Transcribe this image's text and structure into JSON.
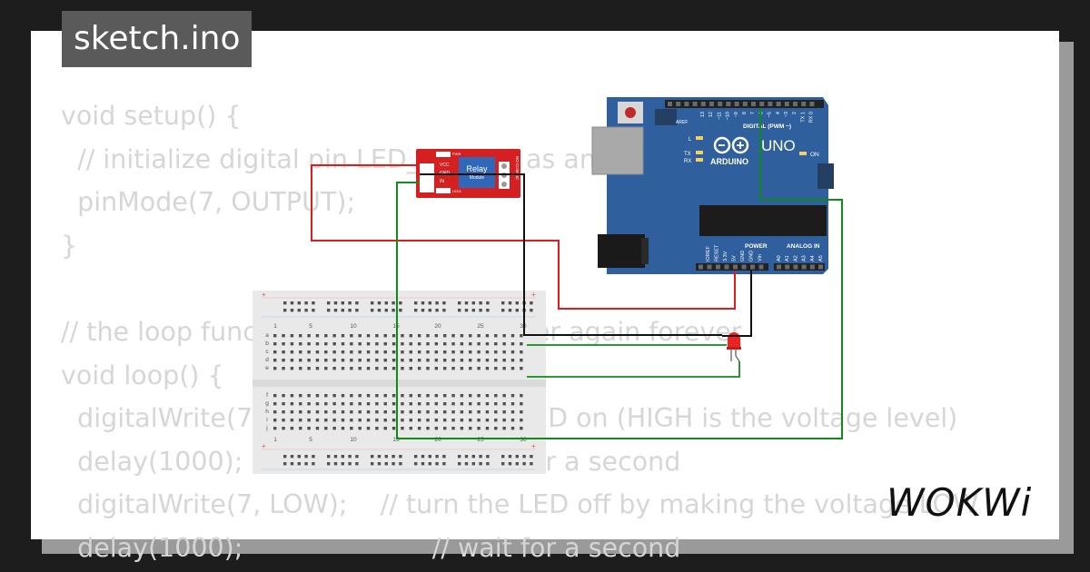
{
  "title": "sketch.ino",
  "code_lines": [
    "void setup() {",
    "  // initialize digital pin LED_BUILTIN as an output.",
    "  pinMode(7, OUTPUT);",
    "}",
    "",
    "// the loop function runs over and over again forever",
    "void loop() {",
    "  digitalWrite(7, HIGH);   // turn the LED on (HIGH is the voltage level)",
    "  delay(1000);                       // wait for a second",
    "  digitalWrite(7, LOW);    // turn the LED off by making the voltage LOW",
    "  delay(1000);                       // wait for a second"
  ],
  "relay": {
    "label1": "Relay",
    "label2": "Module",
    "pin_vcc": "VCC",
    "pin_gnd": "GND",
    "pin_in": "IN",
    "led_pwr": "PWR",
    "led_lo": "LED1",
    "contacts": "NO COM NC"
  },
  "arduino": {
    "brand": "ARDUINO",
    "model": "UNO",
    "digital": "DIGITAL (PWM ~)",
    "power": "POWER",
    "analog": "ANALOG IN",
    "on": "ON",
    "aref": "AREF",
    "gnd": "GND",
    "l": "L",
    "tx": "TX",
    "rx": "RX",
    "digital_pins": [
      "13",
      "12",
      "~11",
      "~10",
      "~9",
      "8",
      "7",
      "~6",
      "~5",
      "4",
      "~3",
      "2",
      "TX 1",
      "RX 0"
    ],
    "power_pins": [
      "IOREF",
      "RESET",
      "3.3V",
      "5V",
      "GND",
      "GND",
      "Vin"
    ],
    "analog_pins": [
      "A0",
      "A1",
      "A2",
      "A3",
      "A4",
      "A5"
    ]
  },
  "breadboard": {
    "col_numbers": [
      "1",
      "5",
      "10",
      "15",
      "20",
      "25",
      "30"
    ],
    "rows_top": [
      "a",
      "b",
      "c",
      "d",
      "e"
    ],
    "rows_bottom": [
      "f",
      "g",
      "h",
      "i",
      "j"
    ]
  },
  "logo": "WOKWi",
  "colors": {
    "background": "#1d1d1d",
    "card": "#ffffff",
    "code_text": "#d6d6d6",
    "title_bg": "#5a5a5a",
    "board_blue": "#2f5f9c",
    "relay_red": "#d42020",
    "wire_red": "#e11b1b",
    "wire_green": "#108a1a",
    "wire_black": "#111111",
    "led_red": "#ee2222"
  }
}
